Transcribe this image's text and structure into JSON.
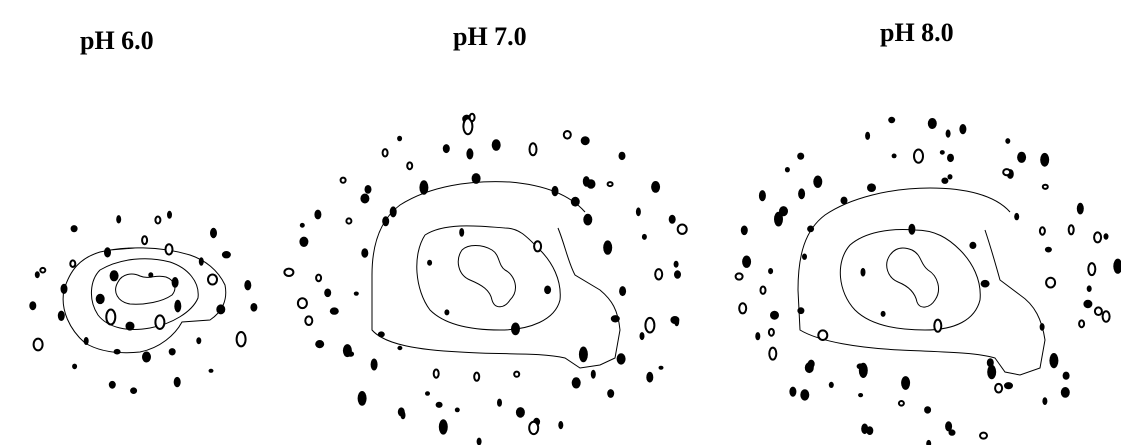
{
  "labels": [
    "pH 6.0",
    "pH 7.0",
    "pH 8.0"
  ],
  "colors": {
    "ink": "#000000",
    "background": "#ffffff"
  }
}
